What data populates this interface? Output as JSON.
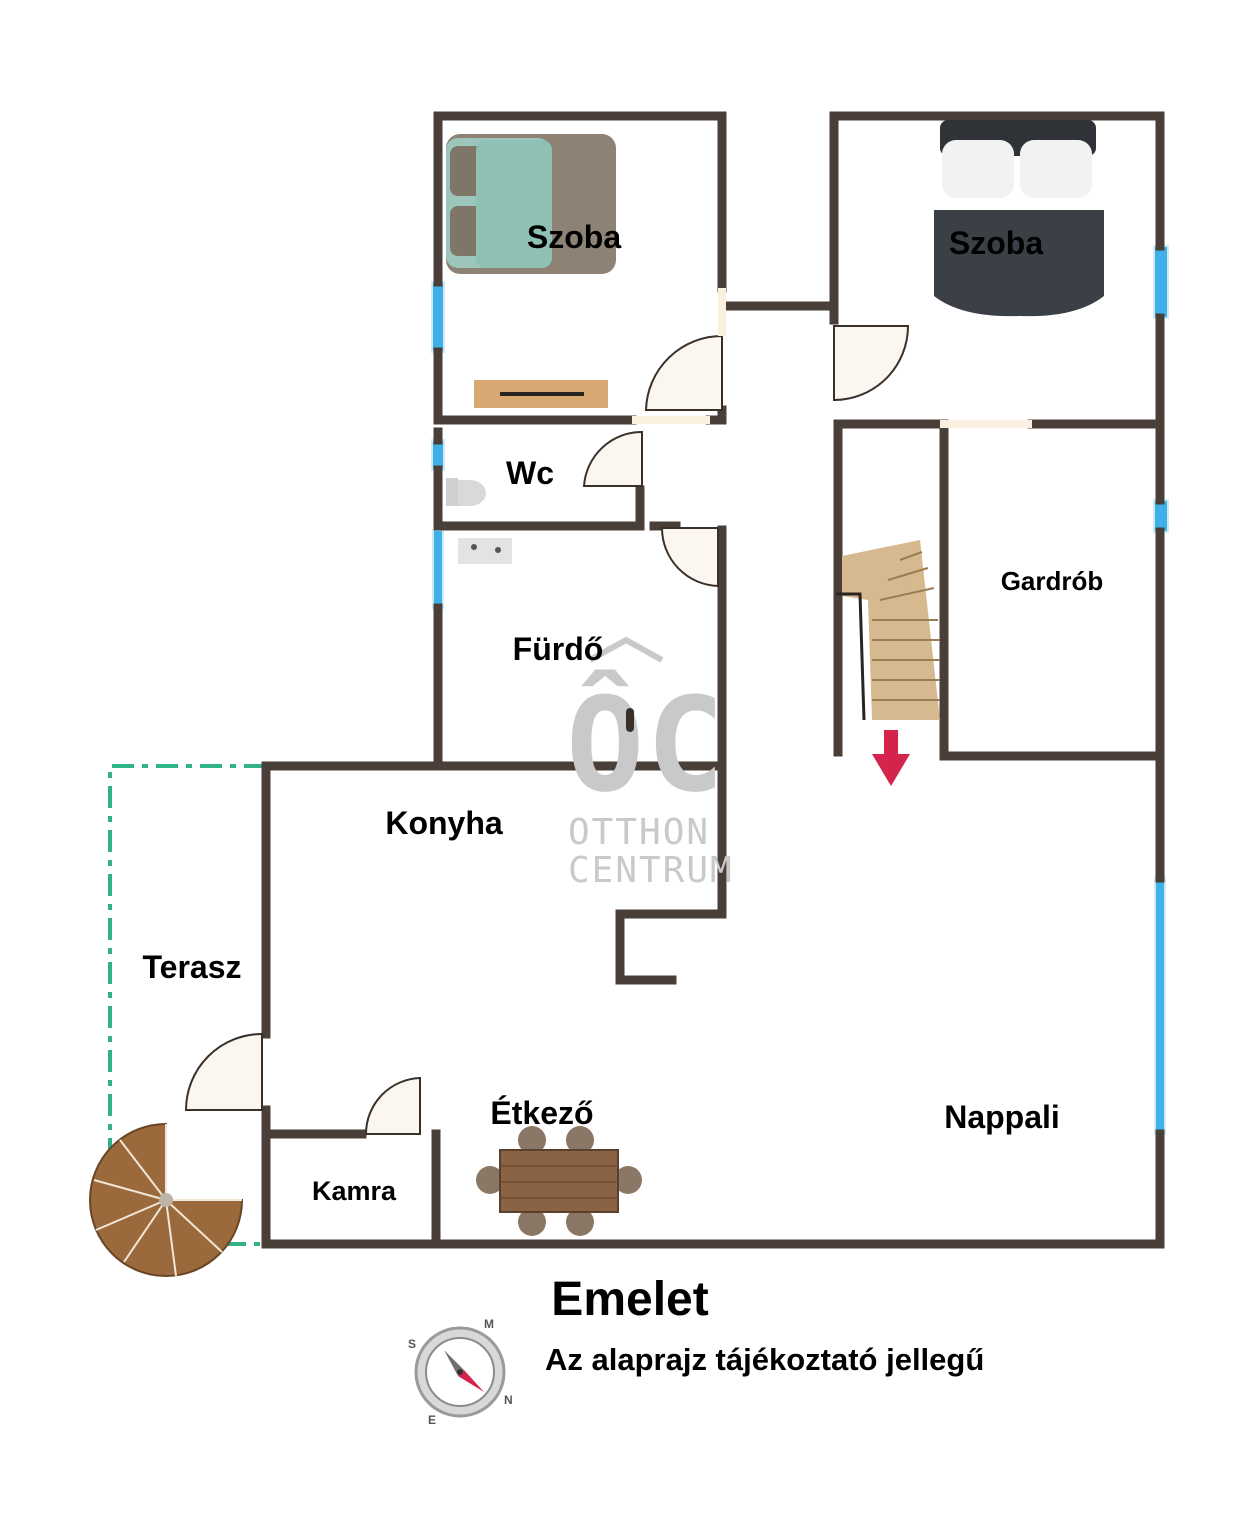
{
  "colors": {
    "wall": "#4a3f38",
    "window": "#3fb0e8",
    "terrace_outline": "#2fb387",
    "door": "#fbf6ef",
    "arrow": "#d4244b",
    "watermark": "#c9c9c9"
  },
  "rooms": {
    "szoba_left": "Szoba",
    "szoba_right": "Szoba",
    "wc": "Wc",
    "gardrob": "Gardrób",
    "furdo": "Fürdő",
    "konyha": "Konyha",
    "terasz": "Terasz",
    "etkezo": "Étkező",
    "nappali": "Nappali",
    "kamra": "Kamra"
  },
  "watermark": {
    "logo": "ÔC",
    "line1": "OTTHON",
    "line2": "CENTRUM"
  },
  "title": "Emelet",
  "disclaimer": "Az alaprajz tájékoztató jellegű",
  "compass": {
    "icon": "compass-icon",
    "letters": [
      "S",
      "M",
      "N",
      "E"
    ]
  }
}
